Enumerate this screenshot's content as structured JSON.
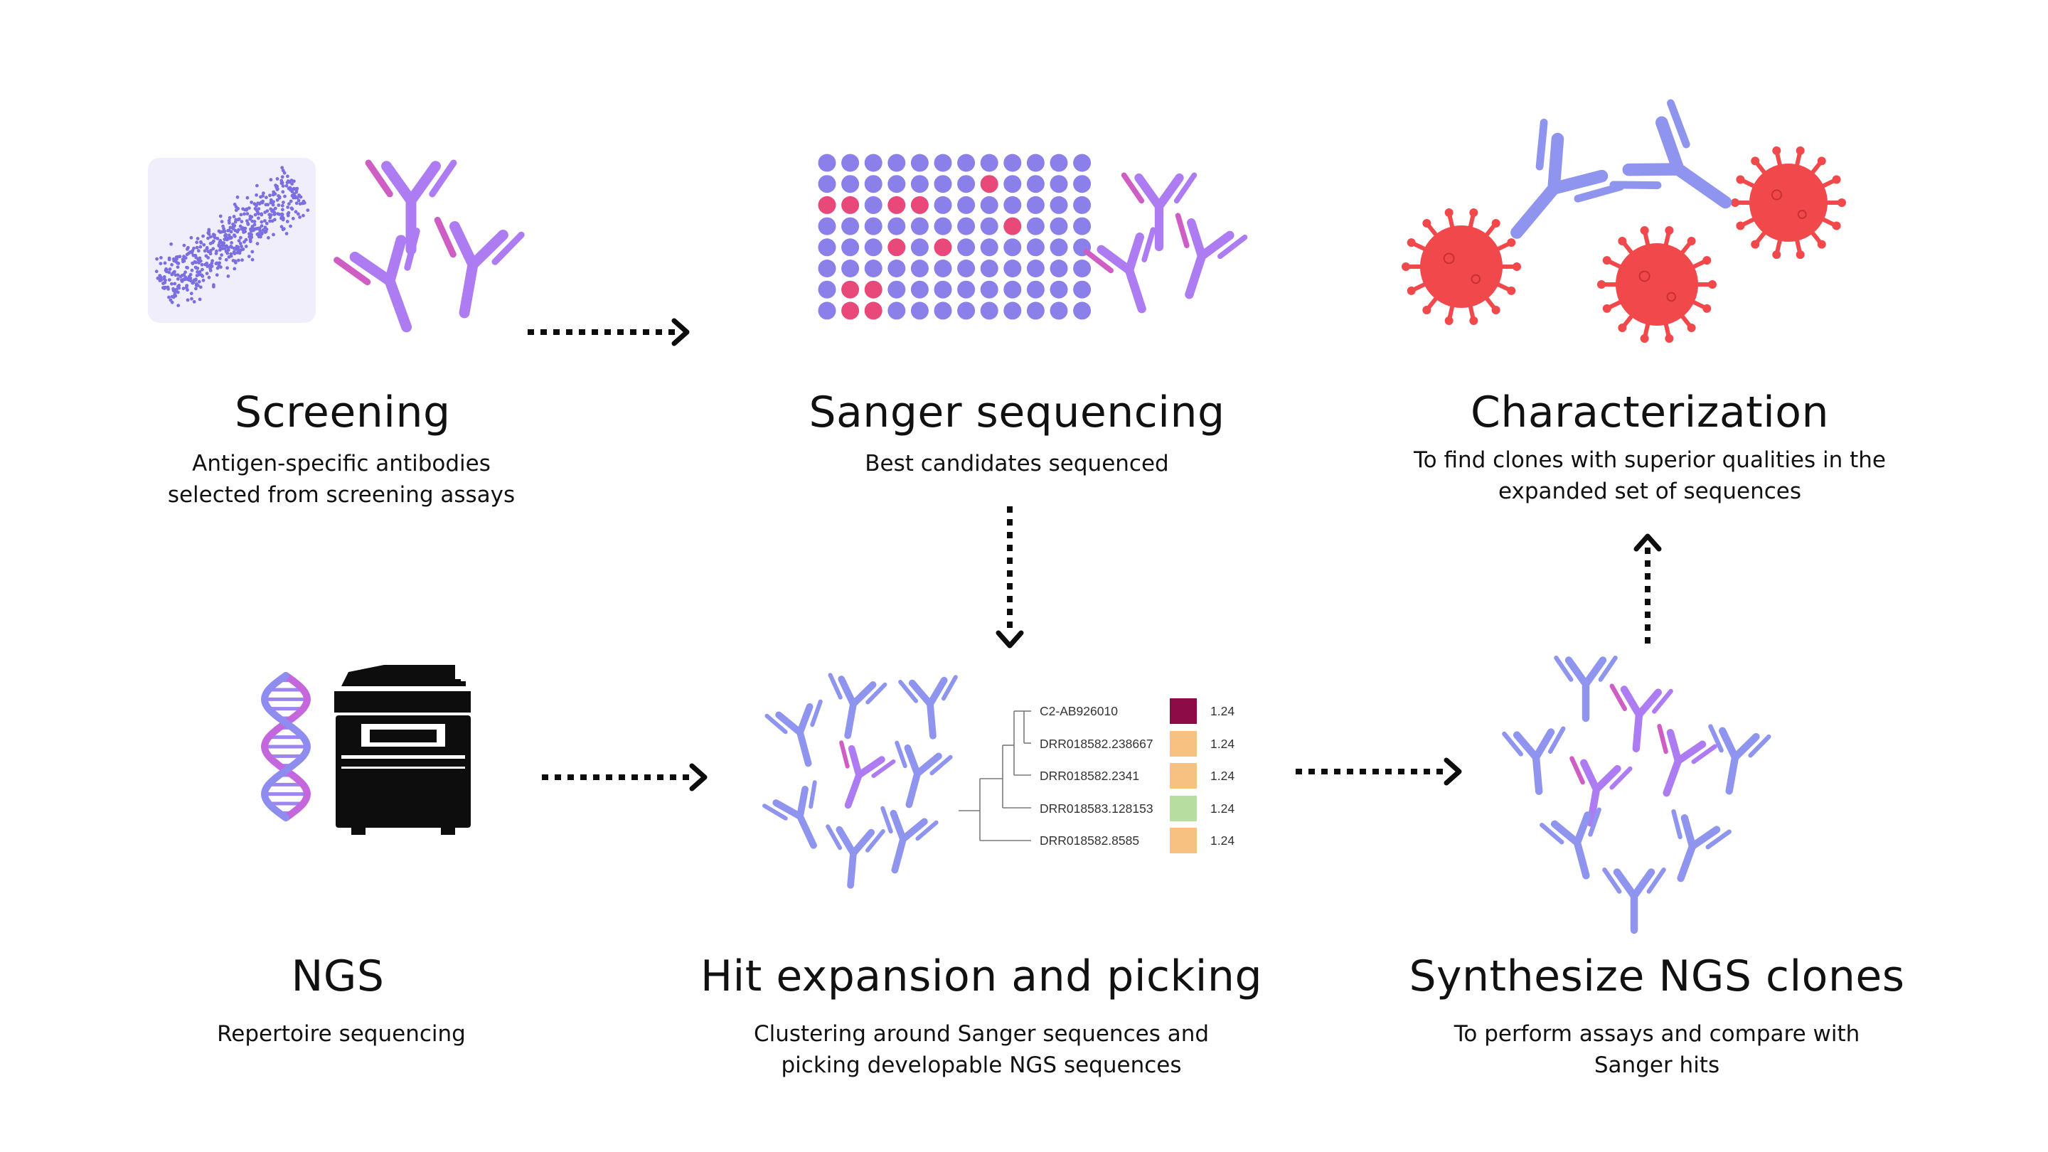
{
  "steps": {
    "screening": {
      "title": "Screening",
      "description": "Antigen-specific antibodies selected from screening assays"
    },
    "sanger": {
      "title": "Sanger sequencing",
      "description": "Best candidates sequenced"
    },
    "characterization": {
      "title": "Characterization",
      "description": "To find clones with superior qualities in the expanded set of sequences"
    },
    "ngs": {
      "title": "NGS",
      "description": "Repertoire sequencing"
    },
    "hit_expansion": {
      "title": "Hit expansion and picking",
      "description": "Clustering around Sanger sequences and picking developable NGS sequences"
    },
    "synthesize": {
      "title": "Synthesize NGS clones",
      "description": "To perform assays and compare with Sanger hits"
    }
  },
  "tree": {
    "leaves": [
      {
        "label": "C2-AB926010",
        "score": "1.24",
        "color": "#8d0c47"
      },
      {
        "label": "DRR018582.238667",
        "score": "1.24",
        "color": "#f7c181"
      },
      {
        "label": "DRR018582.2341",
        "score": "1.24",
        "color": "#f7c181"
      },
      {
        "label": "DRR018583.128153",
        "score": "1.24",
        "color": "#b7dea0"
      },
      {
        "label": "DRR018582.8585",
        "score": "1.24",
        "color": "#f7c181"
      }
    ]
  },
  "colors": {
    "antibody_purple": "#ad7cf2",
    "antibody_accent": "#cf5ec4",
    "antibody_blue": "#8f95ee",
    "well_normal": "#8b80ea",
    "well_hit": "#e9497a",
    "virus_red": "#f1484b",
    "scatter_bg": "#f0eefb",
    "scatter_dot": "#7a6ee0"
  },
  "icons": {
    "scatter": "scatter-plot-icon",
    "antibody": "antibody-icon",
    "well_plate": "well-plate-icon",
    "virus": "virus-icon",
    "dna": "dna-helix-icon",
    "sequencer": "sequencer-machine-icon",
    "tree": "phylogenetic-tree-icon"
  }
}
